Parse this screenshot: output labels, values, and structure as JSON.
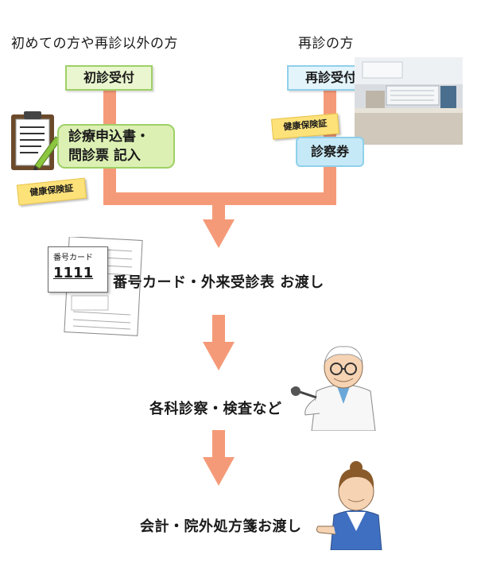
{
  "headings": {
    "first_visit": "初めての方や再診以外の方",
    "return_visit": "再診の方"
  },
  "boxes": {
    "first_reception": "初診受付",
    "return_reception": "再診受付"
  },
  "first_steps": {
    "form_line1": "診療申込書・",
    "form_line2": "問診票 記入",
    "insurance_card": "健康保険証"
  },
  "return_steps": {
    "insurance_card": "健康保険証",
    "consultation_ticket": "診察券"
  },
  "card_illustration": {
    "label": "番号カード",
    "number": "1111"
  },
  "steps": [
    {
      "label": "番号カード・外来受診表 お渡し"
    },
    {
      "label": "各科診察・検査など"
    },
    {
      "label": "会計・院外処方箋お渡し"
    }
  ],
  "colors": {
    "arrow": "#f59a78",
    "green_border": "#9fd067",
    "blue_border": "#8fd0ea",
    "sticky": "#fde27a"
  }
}
